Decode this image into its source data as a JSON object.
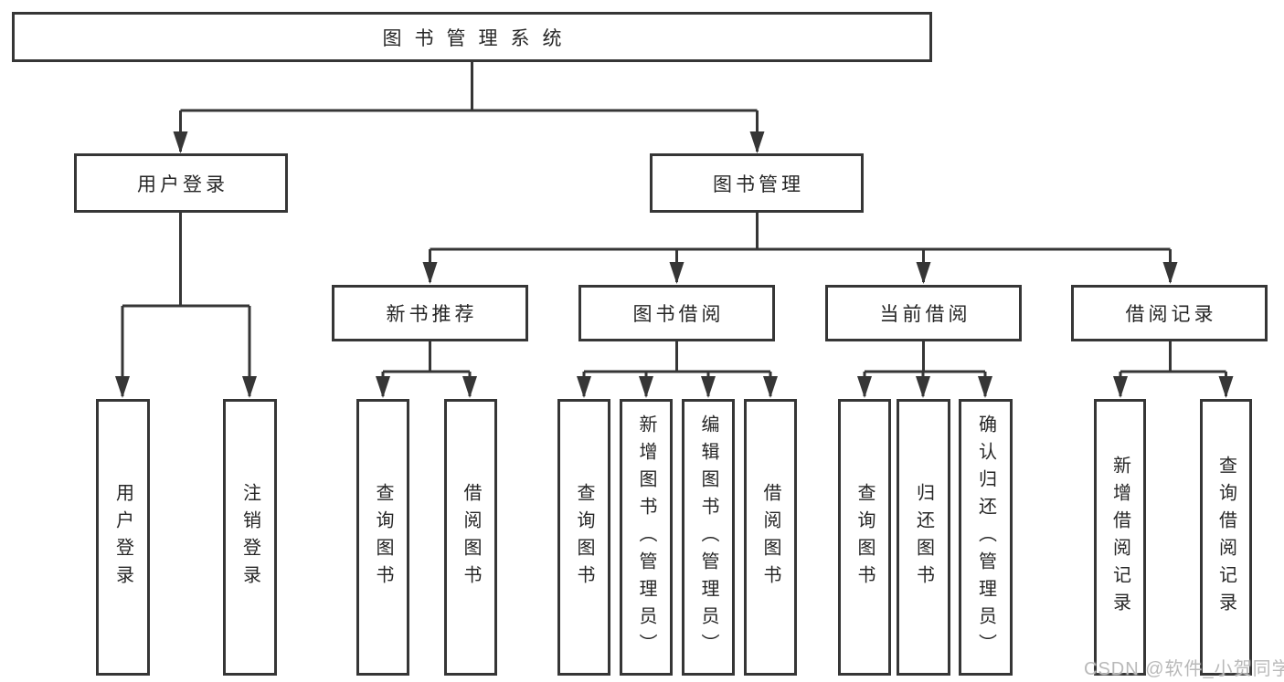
{
  "diagram": {
    "type": "hierarchy-tree",
    "colors": {
      "line": "#363636",
      "box_border": "#363636",
      "text": "#262626",
      "background": "#ffffff",
      "watermark_text": "#b9b9b9"
    },
    "nodes": {
      "root": "图书管理系统",
      "user_login": "用户登录",
      "book_mgmt": "图书管理",
      "new_book_rec": "新书推荐",
      "book_borrow": "图书借阅",
      "current_borrow": "当前借阅",
      "borrow_records": "借阅记录",
      "ul_user_login": "用户登录",
      "ul_logout": "注销登录",
      "nb_query_book": "查询图书",
      "nb_borrow_book": "借阅图书",
      "bb_query_book": "查询图书",
      "bb_add_book": "新增图书（管理员）",
      "bb_edit_book": "编辑图书（管理员）",
      "bb_borrow_book": "借阅图书",
      "cb_query_book": "查询图书",
      "cb_return_book": "归还图书",
      "cb_confirm_return": "确认归还（管理员）",
      "br_add_record": "新增借阅记录",
      "br_query_record": "查询借阅记录"
    },
    "hierarchy": {
      "图书管理系统": [
        "用户登录",
        "图书管理"
      ],
      "用户登录": [
        "用户登录",
        "注销登录"
      ],
      "图书管理": [
        "新书推荐",
        "图书借阅",
        "当前借阅",
        "借阅记录"
      ],
      "新书推荐": [
        "查询图书",
        "借阅图书"
      ],
      "图书借阅": [
        "查询图书",
        "新增图书（管理员）",
        "编辑图书（管理员）",
        "借阅图书"
      ],
      "当前借阅": [
        "查询图书",
        "归还图书",
        "确认归还（管理员）"
      ],
      "借阅记录": [
        "新增借阅记录",
        "查询借阅记录"
      ]
    },
    "watermark": "CSDN @软件_小贺同学"
  }
}
